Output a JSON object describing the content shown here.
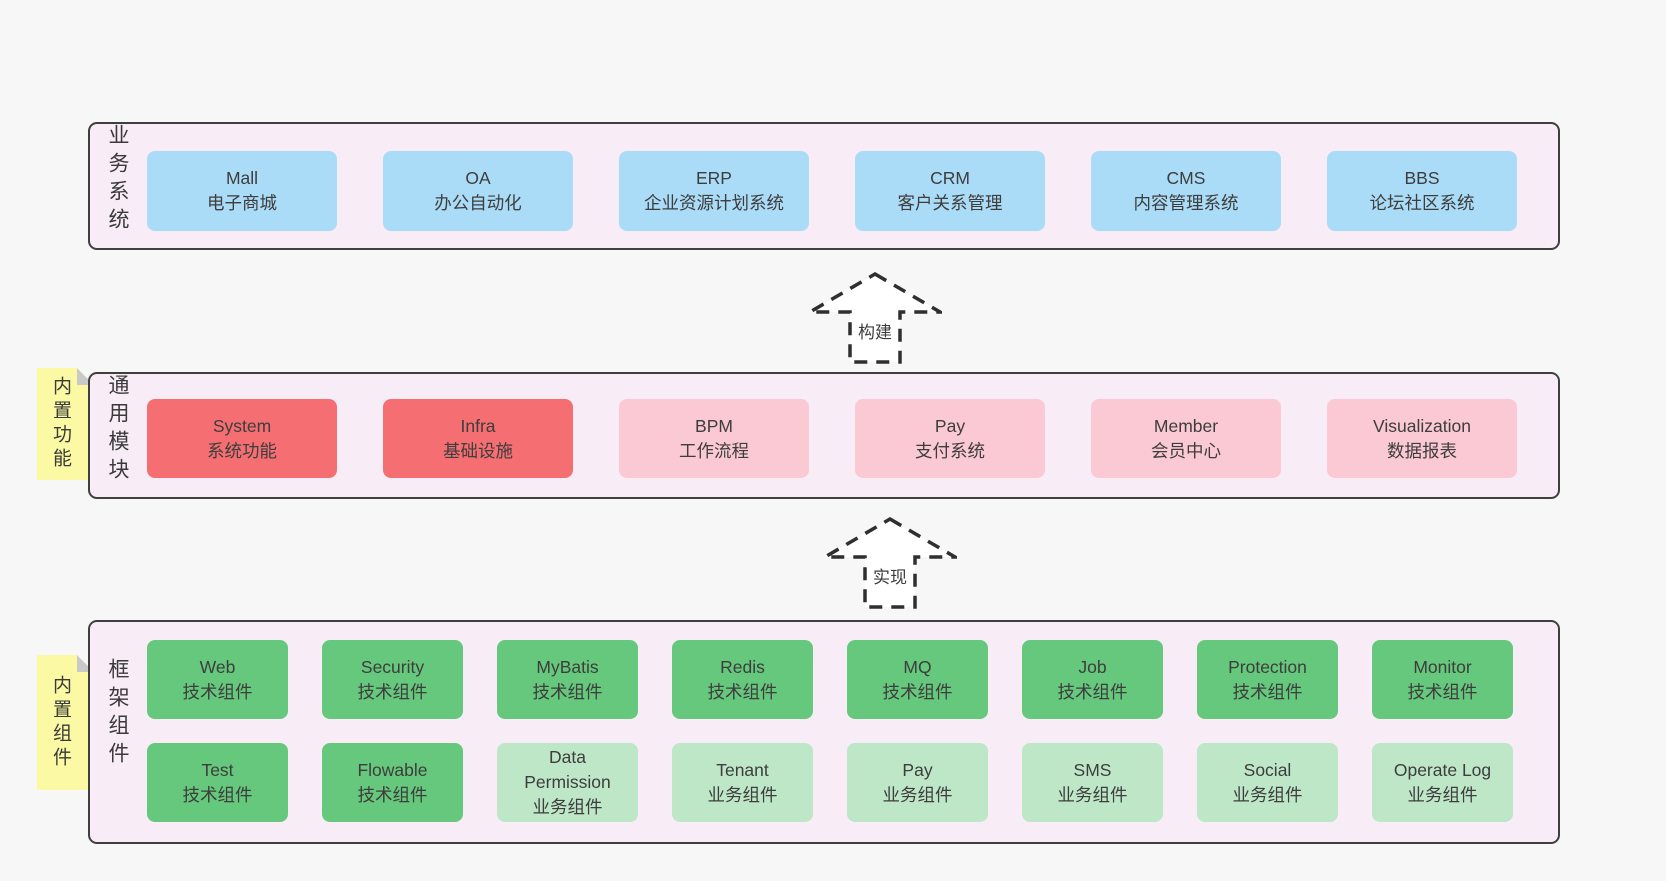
{
  "colors": {
    "page_background": "#f7f7f7",
    "band_background": "#f8edf6",
    "band_border": "#3f3f3f",
    "blue_box": "#abdcf7",
    "red_box": "#f56e72",
    "pink_box": "#fac9d3",
    "green_dark_box": "#66c87c",
    "green_light_box": "#bee7c8",
    "sticky_note": "#fbf9a4",
    "note_fold": "#c9c9c9",
    "text": "#3d3d3d"
  },
  "arrows": [
    {
      "label": "构建"
    },
    {
      "label": "实现"
    }
  ],
  "bands": {
    "business": {
      "label": "业务系统",
      "items": [
        {
          "name": "Mall",
          "desc": "电子商城"
        },
        {
          "name": "OA",
          "desc": "办公自动化"
        },
        {
          "name": "ERP",
          "desc": "企业资源计划系统"
        },
        {
          "name": "CRM",
          "desc": "客户关系管理"
        },
        {
          "name": "CMS",
          "desc": "内容管理系统"
        },
        {
          "name": "BBS",
          "desc": "论坛社区系统"
        }
      ]
    },
    "modules": {
      "label": "通用模块",
      "note": "内置功能",
      "items": [
        {
          "name": "System",
          "desc": "系统功能",
          "variant": "red"
        },
        {
          "name": "Infra",
          "desc": "基础设施",
          "variant": "red"
        },
        {
          "name": "BPM",
          "desc": "工作流程",
          "variant": "pink"
        },
        {
          "name": "Pay",
          "desc": "支付系统",
          "variant": "pink"
        },
        {
          "name": "Member",
          "desc": "会员中心",
          "variant": "pink"
        },
        {
          "name": "Visualization",
          "desc": "数据报表",
          "variant": "pink"
        }
      ]
    },
    "framework": {
      "label": "框架组件",
      "note": "内置组件",
      "row1": [
        {
          "name": "Web",
          "desc": "技术组件",
          "variant": "green-dark"
        },
        {
          "name": "Security",
          "desc": "技术组件",
          "variant": "green-dark"
        },
        {
          "name": "MyBatis",
          "desc": "技术组件",
          "variant": "green-dark"
        },
        {
          "name": "Redis",
          "desc": "技术组件",
          "variant": "green-dark"
        },
        {
          "name": "MQ",
          "desc": "技术组件",
          "variant": "green-dark"
        },
        {
          "name": "Job",
          "desc": "技术组件",
          "variant": "green-dark"
        },
        {
          "name": "Protection",
          "desc": "技术组件",
          "variant": "green-dark"
        },
        {
          "name": "Monitor",
          "desc": "技术组件",
          "variant": "green-dark"
        }
      ],
      "row2": [
        {
          "name": "Test",
          "desc": "技术组件",
          "variant": "green-dark"
        },
        {
          "name": "Flowable",
          "desc": "技术组件",
          "variant": "green-dark"
        },
        {
          "name": "Data Permission",
          "desc": "业务组件",
          "variant": "green-light"
        },
        {
          "name": "Tenant",
          "desc": "业务组件",
          "variant": "green-light"
        },
        {
          "name": "Pay",
          "desc": "业务组件",
          "variant": "green-light"
        },
        {
          "name": "SMS",
          "desc": "业务组件",
          "variant": "green-light"
        },
        {
          "name": "Social",
          "desc": "业务组件",
          "variant": "green-light"
        },
        {
          "name": "Operate Log",
          "desc": "业务组件",
          "variant": "green-light"
        }
      ]
    }
  }
}
